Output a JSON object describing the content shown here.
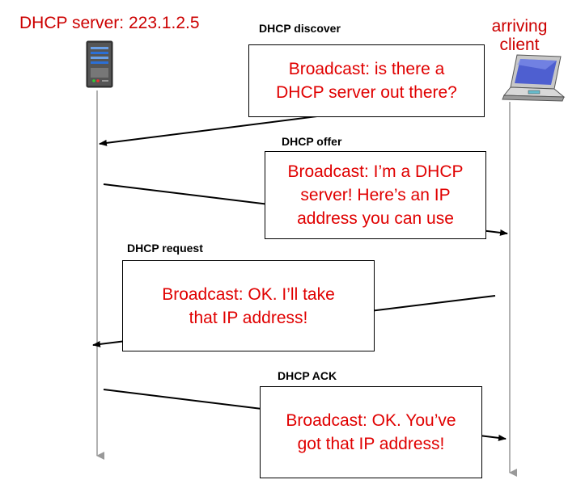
{
  "server": {
    "label": "DHCP server: 223.1.2.5",
    "icon": "server-icon"
  },
  "client": {
    "label_lines": [
      "arriving",
      "client"
    ],
    "icon": "laptop-icon"
  },
  "colors": {
    "header_text": "#cc0000",
    "message_text": "#e00000",
    "timeline": "#999999"
  },
  "messages": [
    {
      "title": "DHCP discover",
      "lines": [
        "Broadcast: is there a",
        "DHCP server out there?"
      ]
    },
    {
      "title": "DHCP offer",
      "lines": [
        "Broadcast: I’m a DHCP",
        "server! Here’s an IP",
        "address you can use"
      ]
    },
    {
      "title": "DHCP request",
      "lines": [
        "Broadcast: OK.  I’ll take",
        "that IP address!"
      ]
    },
    {
      "title": "DHCP ACK",
      "lines": [
        "Broadcast: OK.  You’ve",
        "got that IP address!"
      ]
    }
  ]
}
